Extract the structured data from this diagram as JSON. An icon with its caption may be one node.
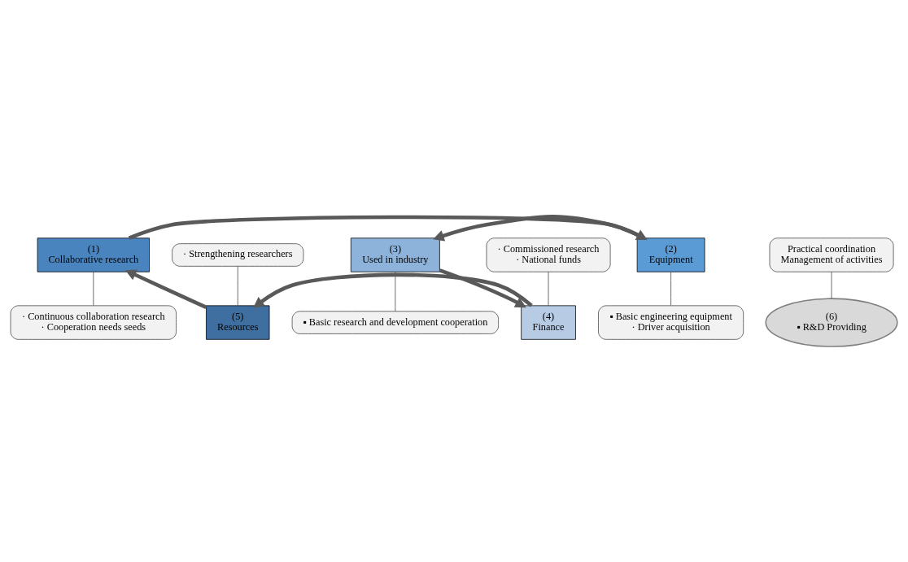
{
  "diagram": {
    "nodes": [
      {
        "text": [
          "(1)",
          "Collaborative research"
        ]
      },
      {
        "text": [
          "(2)",
          "Equipment"
        ]
      },
      {
        "text": [
          "(3)",
          "Used in industry"
        ]
      },
      {
        "text": [
          "(4)",
          "Finance"
        ]
      },
      {
        "text": [
          "(5)",
          "Resources"
        ]
      },
      {
        "text": [
          "(6)",
          "▪ R&D Providing"
        ]
      },
      {
        "text": [
          "· Commissioned research",
          "· National funds"
        ]
      },
      {
        "text": [
          "Practical coordination",
          "Management of activities"
        ]
      },
      {
        "text": [
          "· Strengthening researchers"
        ]
      },
      {
        "text": [
          "▪ Basic research and development cooperation"
        ]
      },
      {
        "text": [
          "▪ Basic engineering equipment",
          "· Driver acquisition"
        ]
      },
      {
        "text": [
          "· Continuous collaboration research",
          "· Cooperation needs seeds"
        ]
      }
    ],
    "edges": [
      {
        "from": 0,
        "to": 1,
        "arrow": "to",
        "style": "thick",
        "color": "#595959"
      },
      {
        "from": 1,
        "to": 2,
        "arrow": "to",
        "style": "thick",
        "color": "#595959"
      },
      {
        "from": 2,
        "to": 3,
        "arrow": "to",
        "style": "thick",
        "color": "#595959"
      },
      {
        "from": 3,
        "to": 4,
        "arrow": "to",
        "style": "thick",
        "color": "#595959"
      },
      {
        "from": 4,
        "to": 0,
        "arrow": "to",
        "style": "thick",
        "color": "#595959"
      },
      {
        "from": 6,
        "to": 3,
        "arrow": "none"
      },
      {
        "from": 7,
        "to": 5,
        "arrow": "none"
      },
      {
        "from": 8,
        "to": 4,
        "arrow": "none"
      },
      {
        "from": 9,
        "to": 2,
        "arrow": "none"
      },
      {
        "from": 10,
        "to": 1,
        "arrow": "none"
      },
      {
        "from": 11,
        "to": 0,
        "arrow": "none"
      }
    ]
  }
}
